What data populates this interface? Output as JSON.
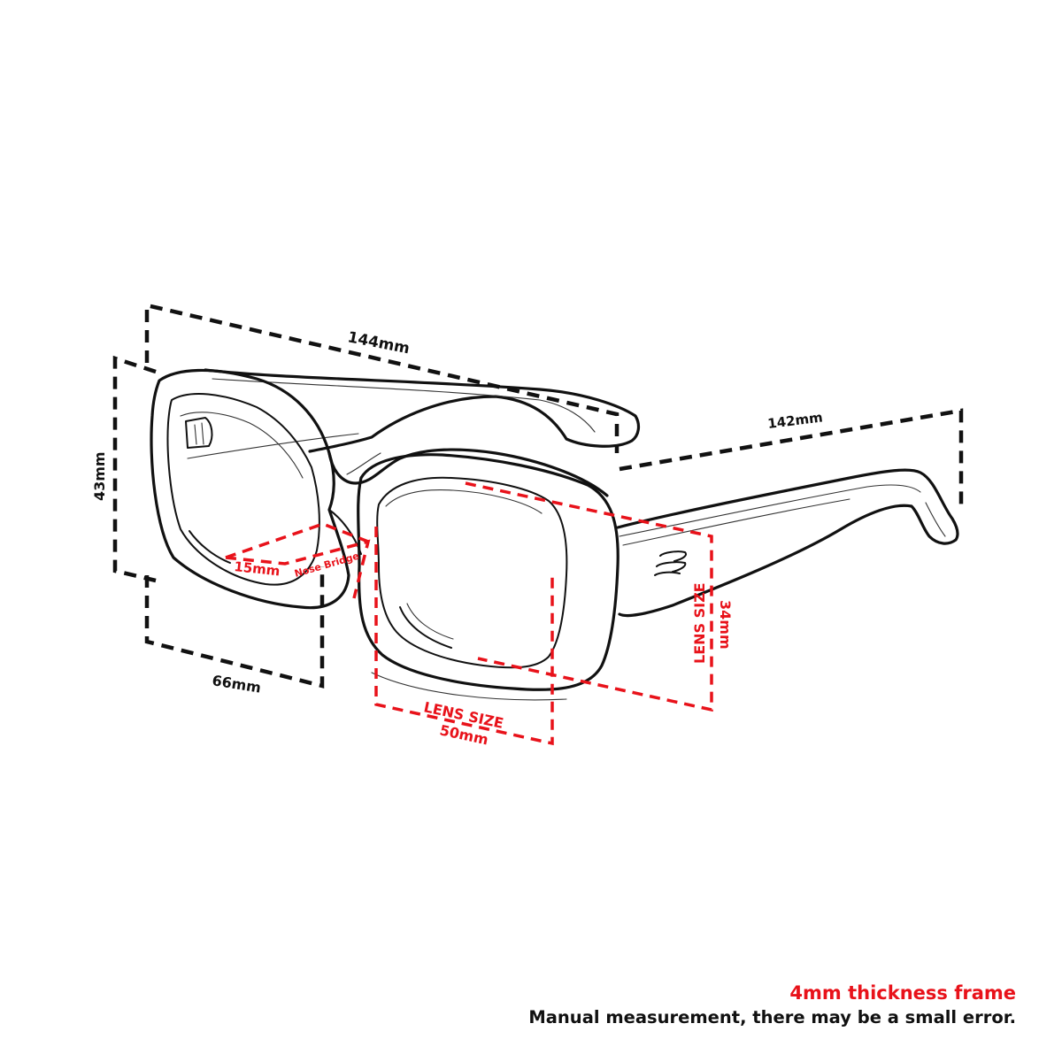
{
  "dimensions": {
    "total_width": "144mm",
    "temple_length": "142mm",
    "frame_height": "43mm",
    "frame_side": "66mm",
    "bridge_value": "15mm",
    "bridge_label": "Nose Bridge",
    "lens_width_label": "LENS SIZE",
    "lens_width_value": "50mm",
    "lens_height_label": "LENS SIZE",
    "lens_height_value": "34mm"
  },
  "notes": {
    "thickness": "4mm thickness frame",
    "disclaimer": "Manual measurement, there may be a small error."
  },
  "colors": {
    "accent": "#e8121a",
    "ink": "#111111"
  }
}
